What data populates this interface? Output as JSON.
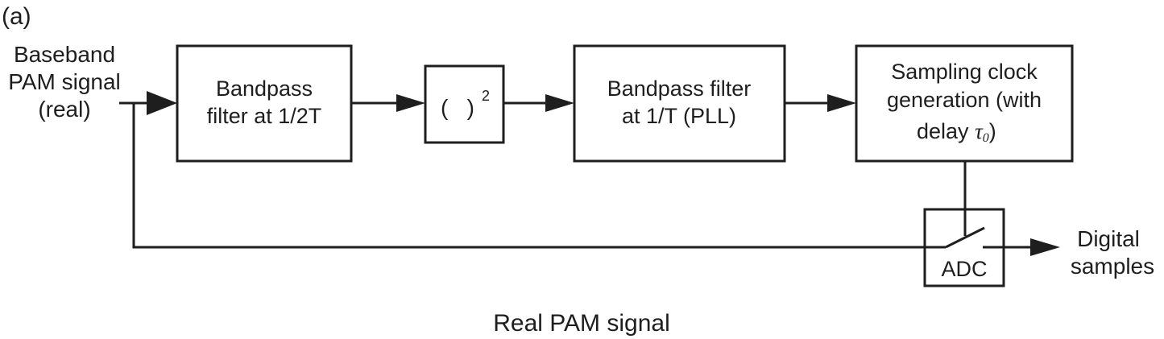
{
  "panel_label": "(a)",
  "caption": "Real PAM signal",
  "input": {
    "lines": [
      "Baseband",
      "PAM signal",
      "(real)"
    ]
  },
  "blocks": [
    {
      "id": "bpf-half",
      "lines": [
        "Bandpass",
        "filter at 1/2T"
      ]
    },
    {
      "id": "squarer",
      "base": "(   )",
      "superscript": "2"
    },
    {
      "id": "bpf-pll",
      "lines": [
        "Bandpass filter",
        "at 1/T (PLL)"
      ]
    },
    {
      "id": "clock-gen",
      "lines": [
        "Sampling clock",
        "generation (with",
        "delay "
      ],
      "symbol": "τ",
      "symbol_sub": "0",
      "closing": ")"
    },
    {
      "id": "adc",
      "label": "ADC"
    }
  ],
  "output": {
    "lines": [
      "Digital",
      "samples"
    ]
  },
  "colors": {
    "ink": "#1e1e1e",
    "background": "#ffffff"
  }
}
